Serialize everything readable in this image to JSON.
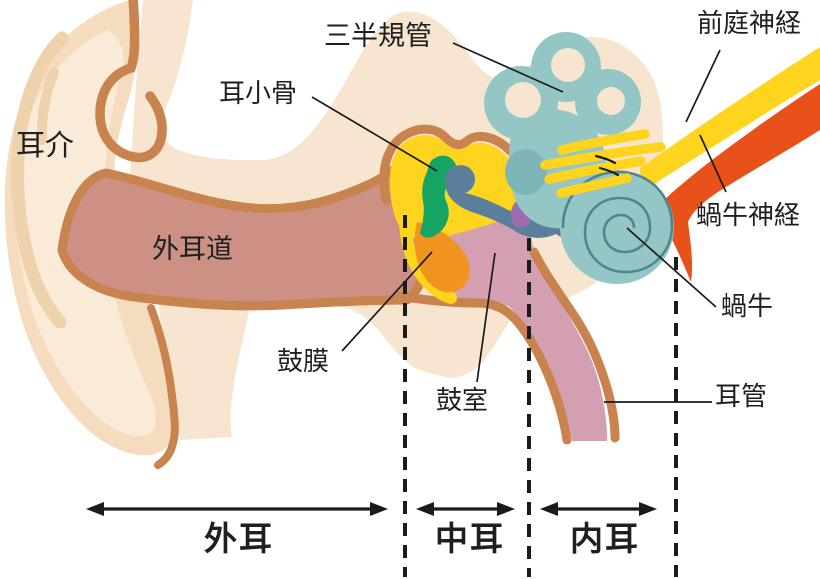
{
  "figure": {
    "type": "anatomical-diagram",
    "subject_labels_language": "ja"
  },
  "labels": {
    "auricle": {
      "text": "耳介"
    },
    "ear_canal": {
      "text": "外耳道"
    },
    "ossicles": {
      "text": "耳小骨"
    },
    "semicircular_canals": {
      "text": "三半規管"
    },
    "vestibular_nerve": {
      "text": "前庭神経"
    },
    "cochlear_nerve": {
      "text": "蝸牛神経"
    },
    "cochlea": {
      "text": "蝸牛"
    },
    "eardrum": {
      "text": "鼓膜"
    },
    "tympanic_cavity": {
      "text": "鼓室"
    },
    "eustachian_tube": {
      "text": "耳管"
    }
  },
  "regions": {
    "outer_ear": {
      "text": "外耳"
    },
    "middle_ear": {
      "text": "中耳"
    },
    "inner_ear": {
      "text": "内耳"
    }
  },
  "colors": {
    "skin": "#F7E5CF",
    "skin_pinna": "#F5DCBE",
    "skin_light": "#FAEBD9",
    "skin_shade": "#EED2AC",
    "canal": "#CC9084",
    "outline": "#C8834F",
    "cavity_pink": "#D49FB1",
    "yellow": "#FFD41E",
    "orange": "#F0941F",
    "green": "#16A463",
    "steel_blue": "#5C7E9D",
    "purple": "#9C6DAE",
    "teal": "#95C6C6",
    "teal_dark": "#7EB5B6",
    "spiral": "#4F858E",
    "nerve_red": "#E8521A",
    "line": "#1B1B1B",
    "text": "#1F1F1F"
  }
}
